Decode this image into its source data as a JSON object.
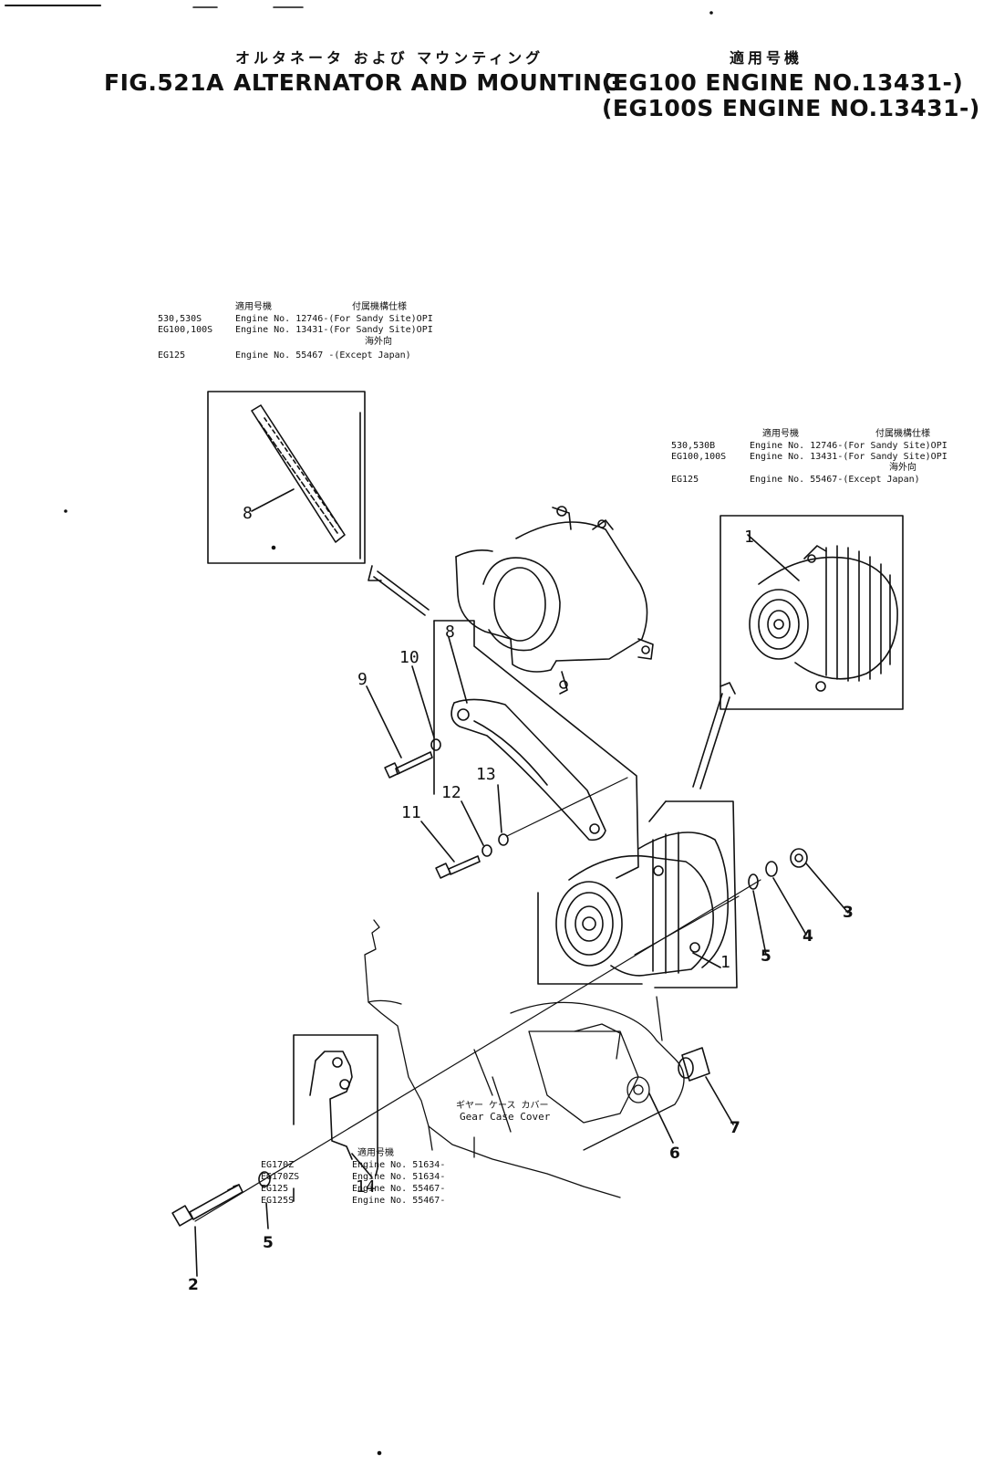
{
  "header": {
    "jp_title": "オルタネータ および マウンティング",
    "jp_applicable": "適用号機",
    "fig_label": "FIG.521A",
    "title": "ALTERNATOR AND MOUNTING",
    "line1": "(EG100  ENGINE NO.13431-)",
    "line2": "(EG100S ENGINE NO.13431-)"
  },
  "note_left": {
    "jp_head1": "適用号機",
    "jp_head2": "付属機構仕様",
    "r1_model": "530,530S",
    "r1_text": "Engine No. 12746-(For Sandy Site)OPI",
    "r2_model": "EG100,100S",
    "r2_text": "Engine No. 13431-(For Sandy Site)OPI",
    "jp_export": "海外向",
    "r3_model": "EG125",
    "r3_text": "Engine No. 55467 -(Except Japan)"
  },
  "note_right": {
    "jp_head1": "適用号機",
    "jp_head2": "付属機構仕様",
    "r1_model": "530,530B",
    "r1_text": "Engine No. 12746-(For Sandy Site)OPI",
    "r2_model": "EG100,100S",
    "r2_text": "Engine No. 13431-(For Sandy Site)OPI",
    "jp_export": "海外向",
    "r3_model": "EG125",
    "r3_text": "Engine No. 55467-(Except Japan)"
  },
  "note_bottom": {
    "jp_head": "適用号機",
    "rows": [
      {
        "model": "EG170Z",
        "text": "Engine No. 51634-"
      },
      {
        "model": "EG170ZS",
        "text": "Engine No. 51634-"
      },
      {
        "model": "EG125",
        "text": "Engine No. 55467-"
      },
      {
        "model": "EG125S",
        "text": "Engine No. 55467-"
      }
    ]
  },
  "gear_case": {
    "jp": "ギヤー ケース カバー",
    "label": "Gear Case Cover"
  },
  "callouts": {
    "c1": "1",
    "c1b": "1",
    "c2": "2",
    "c3": "3",
    "c4": "4",
    "c5": "5",
    "c5b": "5",
    "c6": "6",
    "c7": "7",
    "c8": "8",
    "c8b": "8",
    "c9": "9",
    "c10": "10",
    "c11": "11",
    "c12": "12",
    "c13": "13",
    "c14": "14"
  }
}
